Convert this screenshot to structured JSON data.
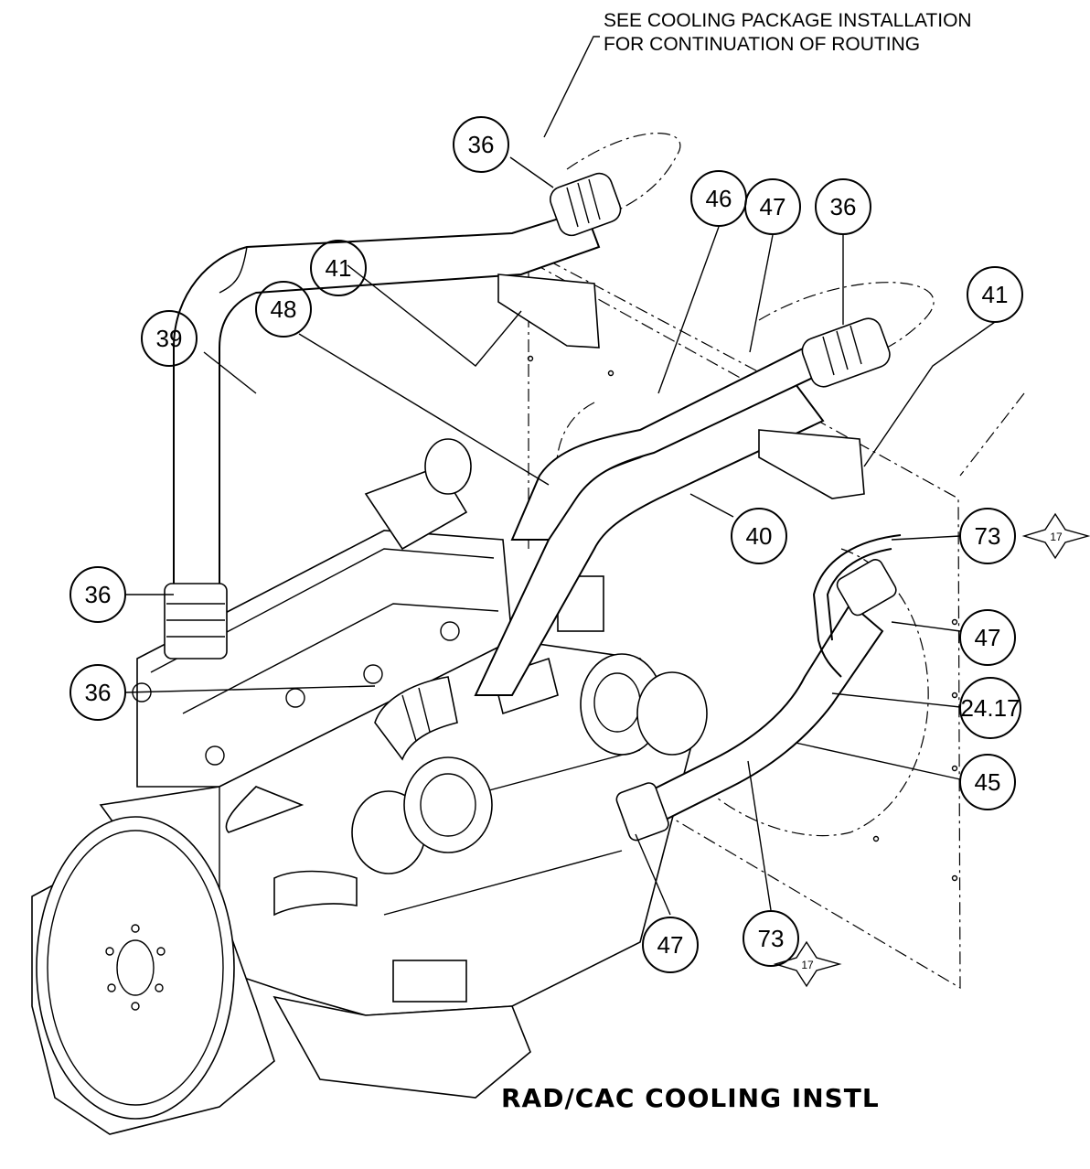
{
  "note": {
    "line1": "SEE COOLING PACKAGE INSTALLATION",
    "line2": "FOR CONTINUATION OF ROUTING"
  },
  "title": "RAD/CAC COOLING INSTL",
  "balloons": [
    {
      "id": "b1",
      "label": "36"
    },
    {
      "id": "b2",
      "label": "46"
    },
    {
      "id": "b3",
      "label": "47"
    },
    {
      "id": "b4",
      "label": "36"
    },
    {
      "id": "b5",
      "label": "41"
    },
    {
      "id": "b6",
      "label": "48"
    },
    {
      "id": "b7",
      "label": "41"
    },
    {
      "id": "b8",
      "label": "39"
    },
    {
      "id": "b9",
      "label": "40"
    },
    {
      "id": "b10",
      "label": "73"
    },
    {
      "id": "b11",
      "label": "36"
    },
    {
      "id": "b12",
      "label": "47"
    },
    {
      "id": "b13",
      "label": "36"
    },
    {
      "id": "b14",
      "label": "24.17"
    },
    {
      "id": "b15",
      "label": "45"
    },
    {
      "id": "b16",
      "label": "47"
    },
    {
      "id": "b17",
      "label": "73"
    }
  ],
  "flags": [
    {
      "id": "f1",
      "label": "17"
    },
    {
      "id": "f2",
      "label": "17"
    }
  ]
}
